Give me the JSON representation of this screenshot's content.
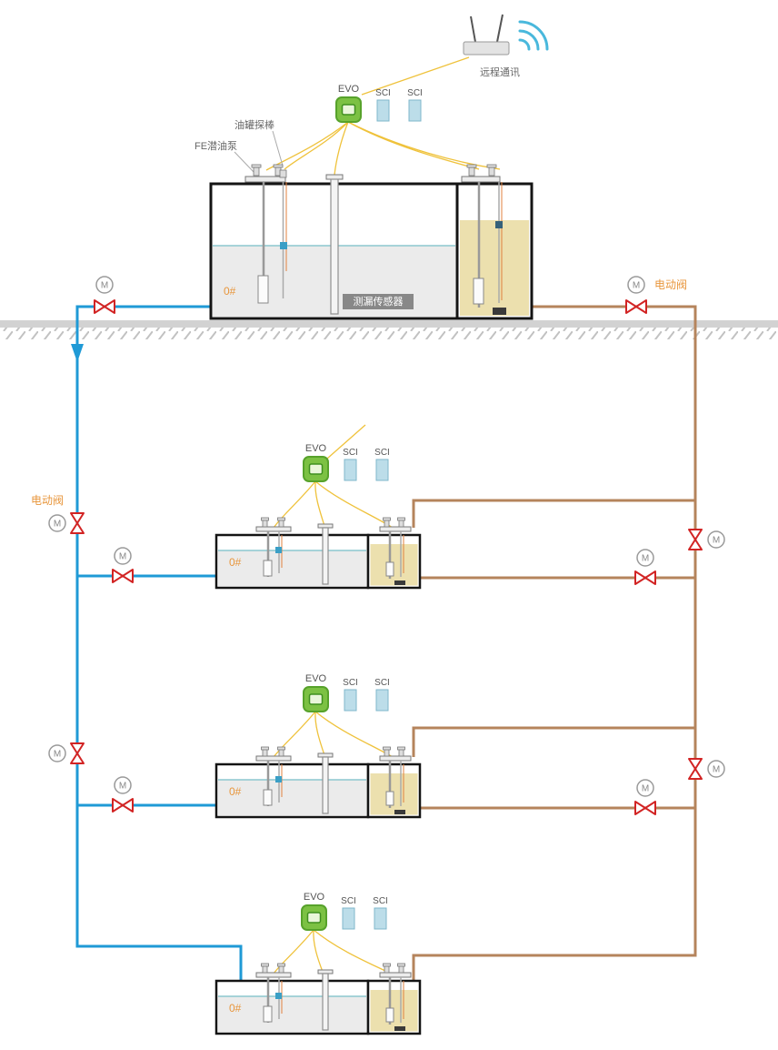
{
  "labels": {
    "remote_comm": "远程通讯",
    "evo": "EVO",
    "sci": "SCI",
    "tank_probe": "油罐探棒",
    "fe_pump": "FE潜油泵",
    "leak_sensor": "测漏传感器",
    "electric_valve": "电动阀",
    "tank_grade": "0#",
    "motor": "M"
  },
  "colors": {
    "supply_pipe_blue": "#1f9ad6",
    "return_pipe_brown": "#b5845c",
    "signal_wire_yellow": "#efc23b",
    "evo_green": "#7cc143",
    "sci_blue": "#bcdde9",
    "diesel_fill": "#ece0ae",
    "water_fill": "#ebebeb",
    "valve_red": "#d22424",
    "label_orange": "#e8963c",
    "ground_gray": "#d2d2d2"
  }
}
